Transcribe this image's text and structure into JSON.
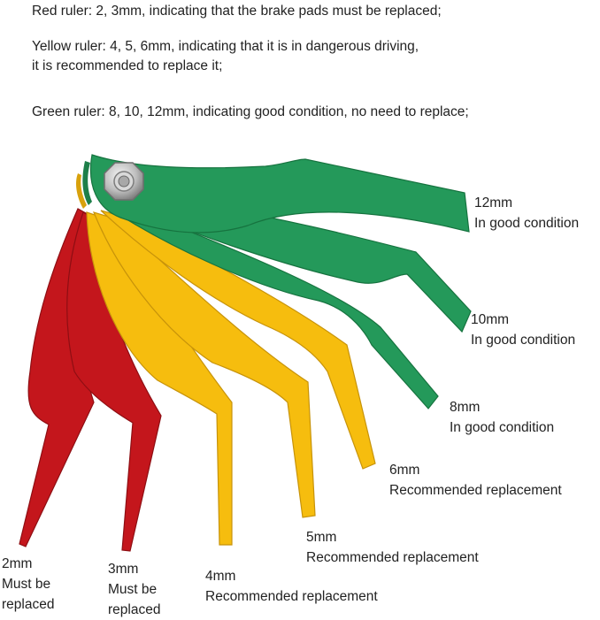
{
  "intro": {
    "red_line": "Red ruler: 2, 3mm, indicating that the brake pads must be replaced;",
    "yellow_line_1": "Yellow ruler: 4, 5, 6mm, indicating that it is in dangerous driving,",
    "yellow_line_2": "it is recommended to replace it;",
    "green_line": "Green ruler: 8, 10, 12mm, indicating good condition, no need to replace;"
  },
  "labels": {
    "g12": {
      "size": "12mm",
      "status": "In good condition"
    },
    "g10": {
      "size": "10mm",
      "status": "In good condition"
    },
    "g8": {
      "size": "8mm",
      "status": "In good condition"
    },
    "y6": {
      "size": "6mm",
      "status": "Recommended replacement"
    },
    "y5": {
      "size": "5mm",
      "status": "Recommended replacement"
    },
    "y4": {
      "size": "4mm",
      "status": "Recommended replacement"
    },
    "r3": {
      "size": "3mm",
      "status_1": "Must be",
      "status_2": "replaced"
    },
    "r2": {
      "size": "2mm",
      "status_1": "Must be",
      "status_2": "replaced"
    }
  },
  "colors": {
    "red": "#c4161c",
    "yellow": "#f6bd0e",
    "green": "#24995a",
    "bolt": "#c9c9c9"
  }
}
